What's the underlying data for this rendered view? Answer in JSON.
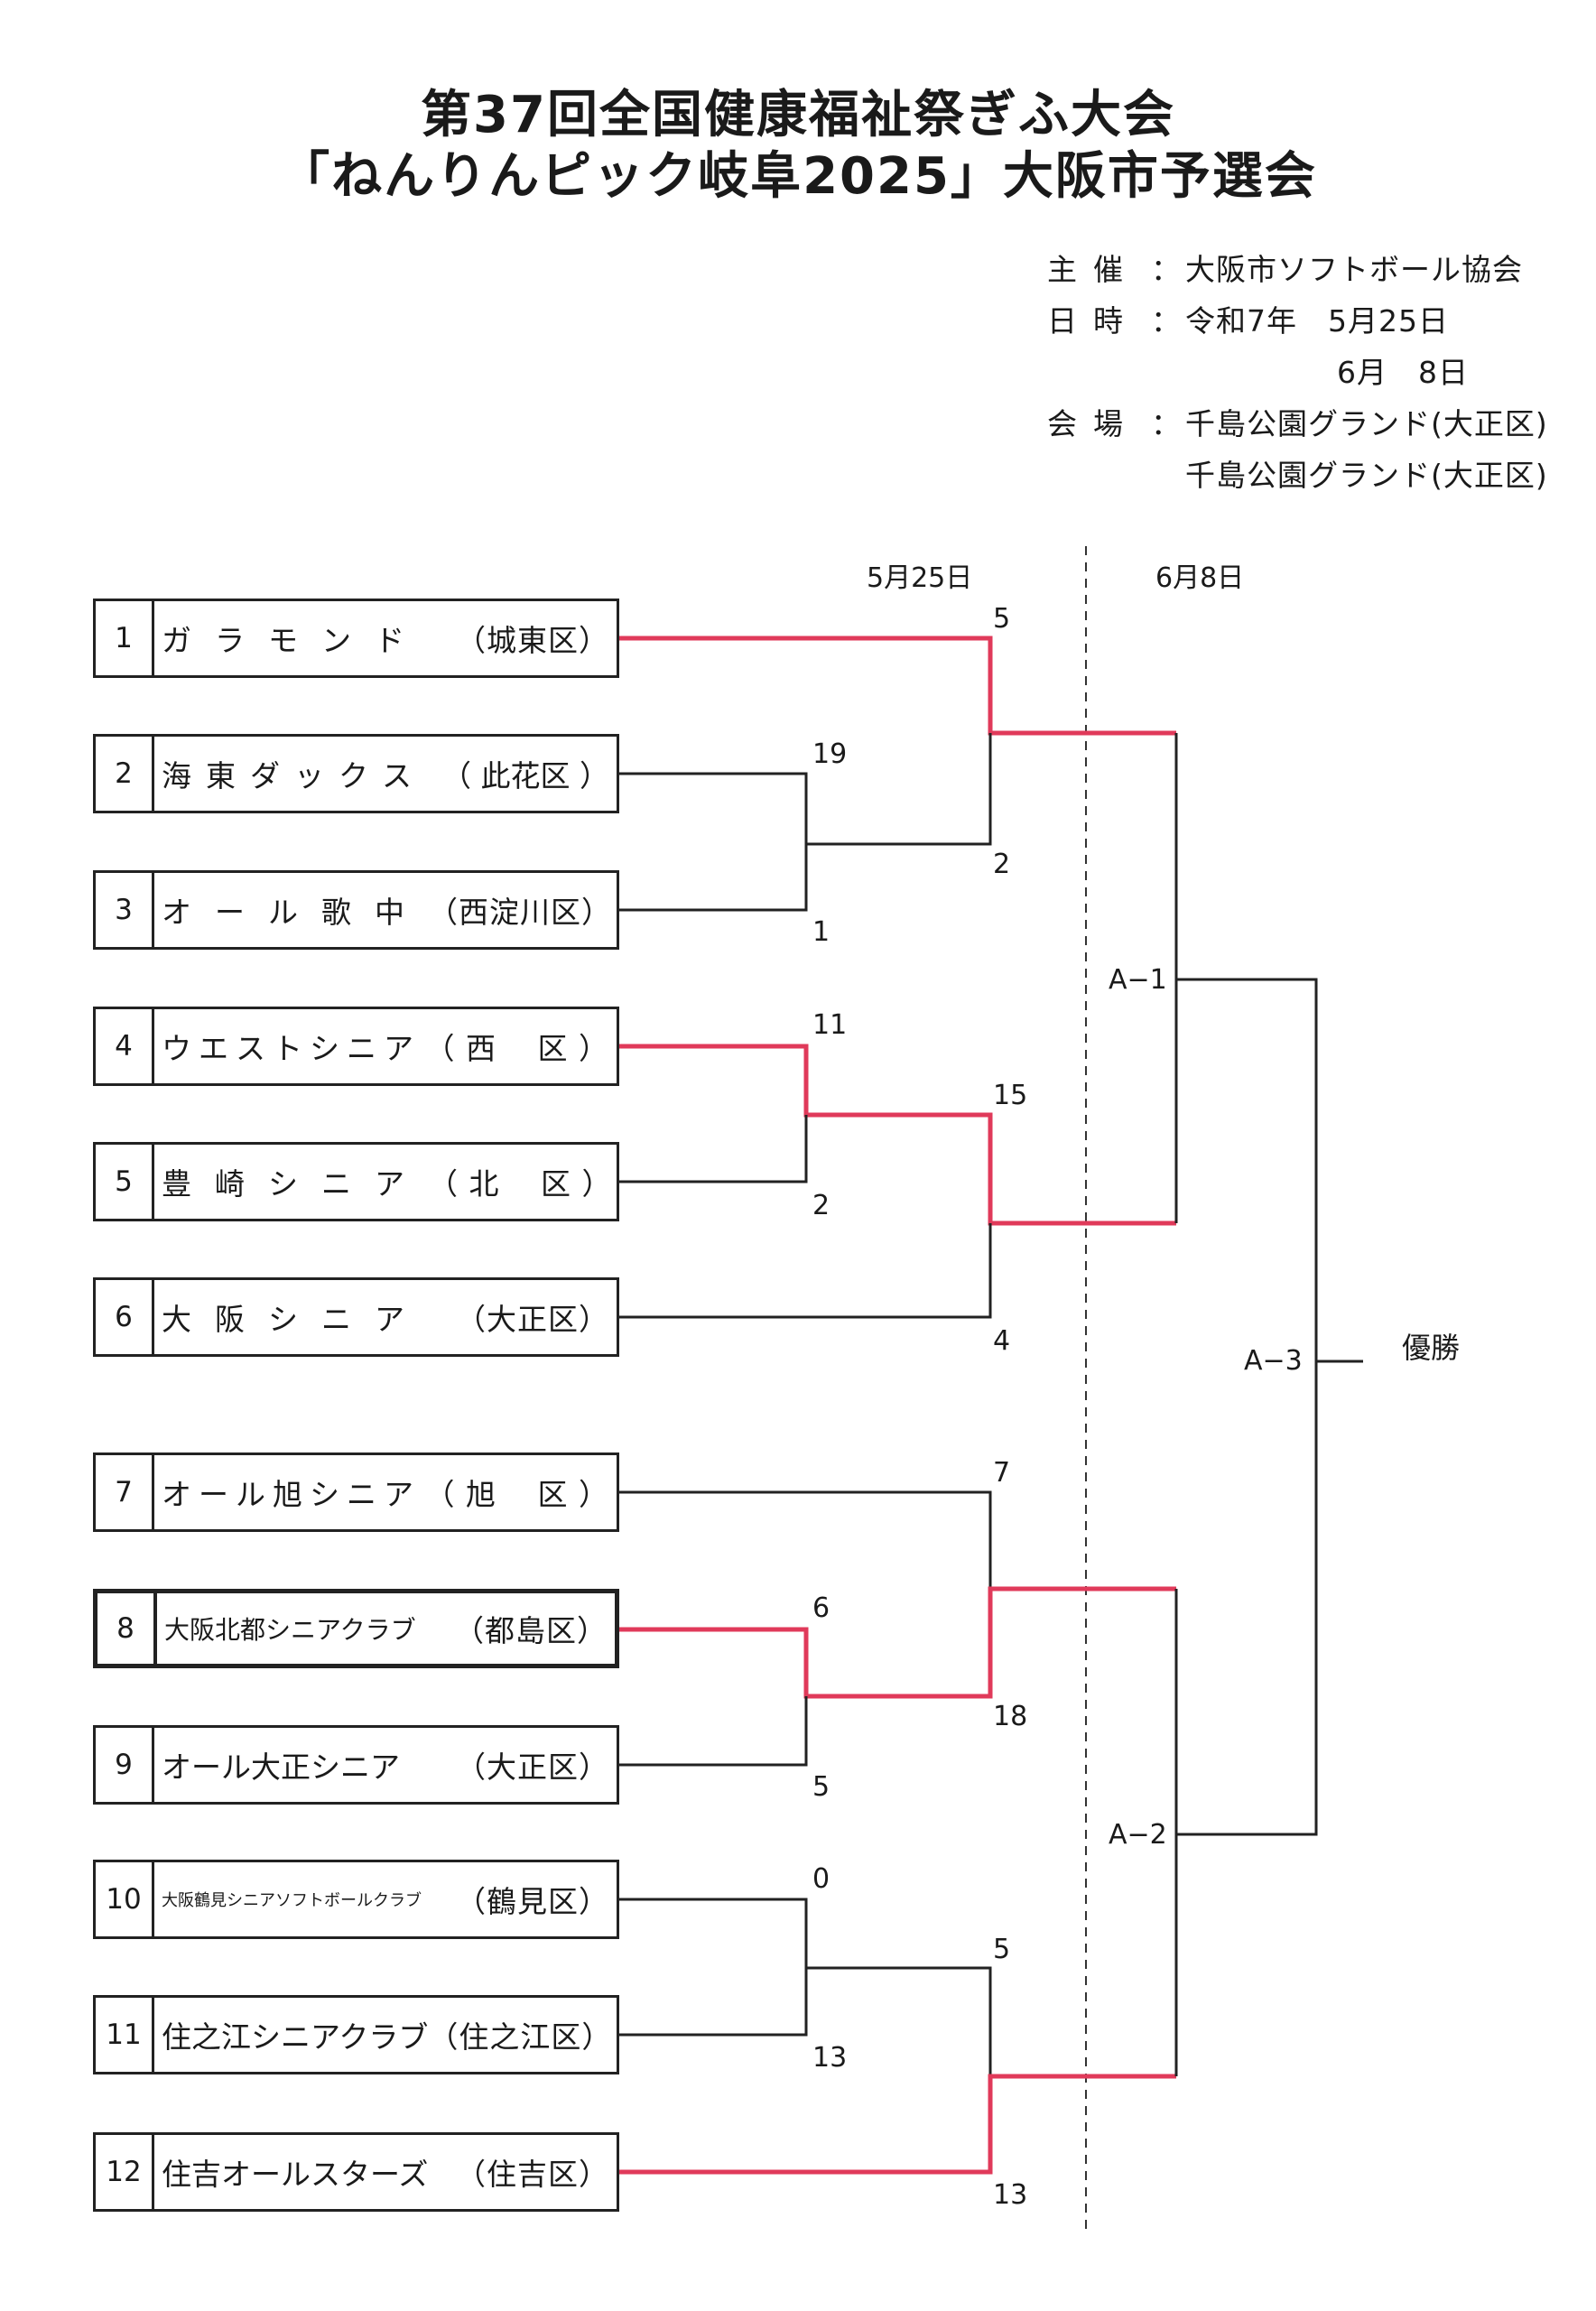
{
  "title": {
    "line1": "第37回全国健康福祉祭ぎふ大会",
    "line2": "「ねんりんピック岐阜2025」大阪市予選会"
  },
  "info": {
    "organizer_label": "主催",
    "organizer": "大阪市ソフトボール協会",
    "date_label": "日時",
    "date1": "令和7年　5月25日",
    "date2": "6月　8日",
    "venue_label": "会場",
    "venue1": "千島公園グランド(大正区)",
    "venue2": "千島公園グランド(大正区)",
    "sep": "："
  },
  "round_dates": {
    "r1": "5月25日",
    "r2": "6月8日"
  },
  "teams": [
    {
      "num": "1",
      "name": "ガラモンド",
      "district": "（城東区）"
    },
    {
      "num": "2",
      "name": "海東ダックス",
      "district": "（ 此花区 ）"
    },
    {
      "num": "3",
      "name": "オール歌中",
      "district": "（西淀川区）"
    },
    {
      "num": "4",
      "name": "ウエストシニア",
      "district": "（ 西　 区 ）"
    },
    {
      "num": "5",
      "name": "豊崎シニア",
      "district": "（ 北　 区 ）"
    },
    {
      "num": "6",
      "name": "大阪シニア",
      "district": "（大正区）"
    },
    {
      "num": "7",
      "name": "オール旭シニア",
      "district": "（ 旭　 区 ）"
    },
    {
      "num": "8",
      "name": "大阪北都シニアクラブ",
      "district": "（都島区）"
    },
    {
      "num": "9",
      "name": "オール大正シニア",
      "district": "（大正区）"
    },
    {
      "num": "10",
      "name": "大阪鶴見シニアソフトボールクラブ",
      "district": "（鶴見区）"
    },
    {
      "num": "11",
      "name": "住之江シニアクラブ",
      "district": "（住之江区）"
    },
    {
      "num": "12",
      "name": "住吉オールスターズ",
      "district": "（住吉区）"
    }
  ],
  "scores": {
    "m2v3_top": "19",
    "m2v3_bot": "1",
    "m1_top": "5",
    "m1_bot": "2",
    "m4v5_top": "11",
    "m4v5_bot": "2",
    "m_6_top": "15",
    "m_6_bot": "4",
    "m_7_top": "7",
    "m_7_bot": "18",
    "m8v9_top": "6",
    "m8v9_bot": "5",
    "m10v11_top": "0",
    "m10v11_bot": "13",
    "m_12_top": "5",
    "m_12_bot": "13"
  },
  "matches": {
    "a1": "A−1",
    "a2": "A−2",
    "a3": "A−3"
  },
  "champion": "優勝",
  "colors": {
    "winner_line": "#e03a5a",
    "line": "#222222"
  }
}
